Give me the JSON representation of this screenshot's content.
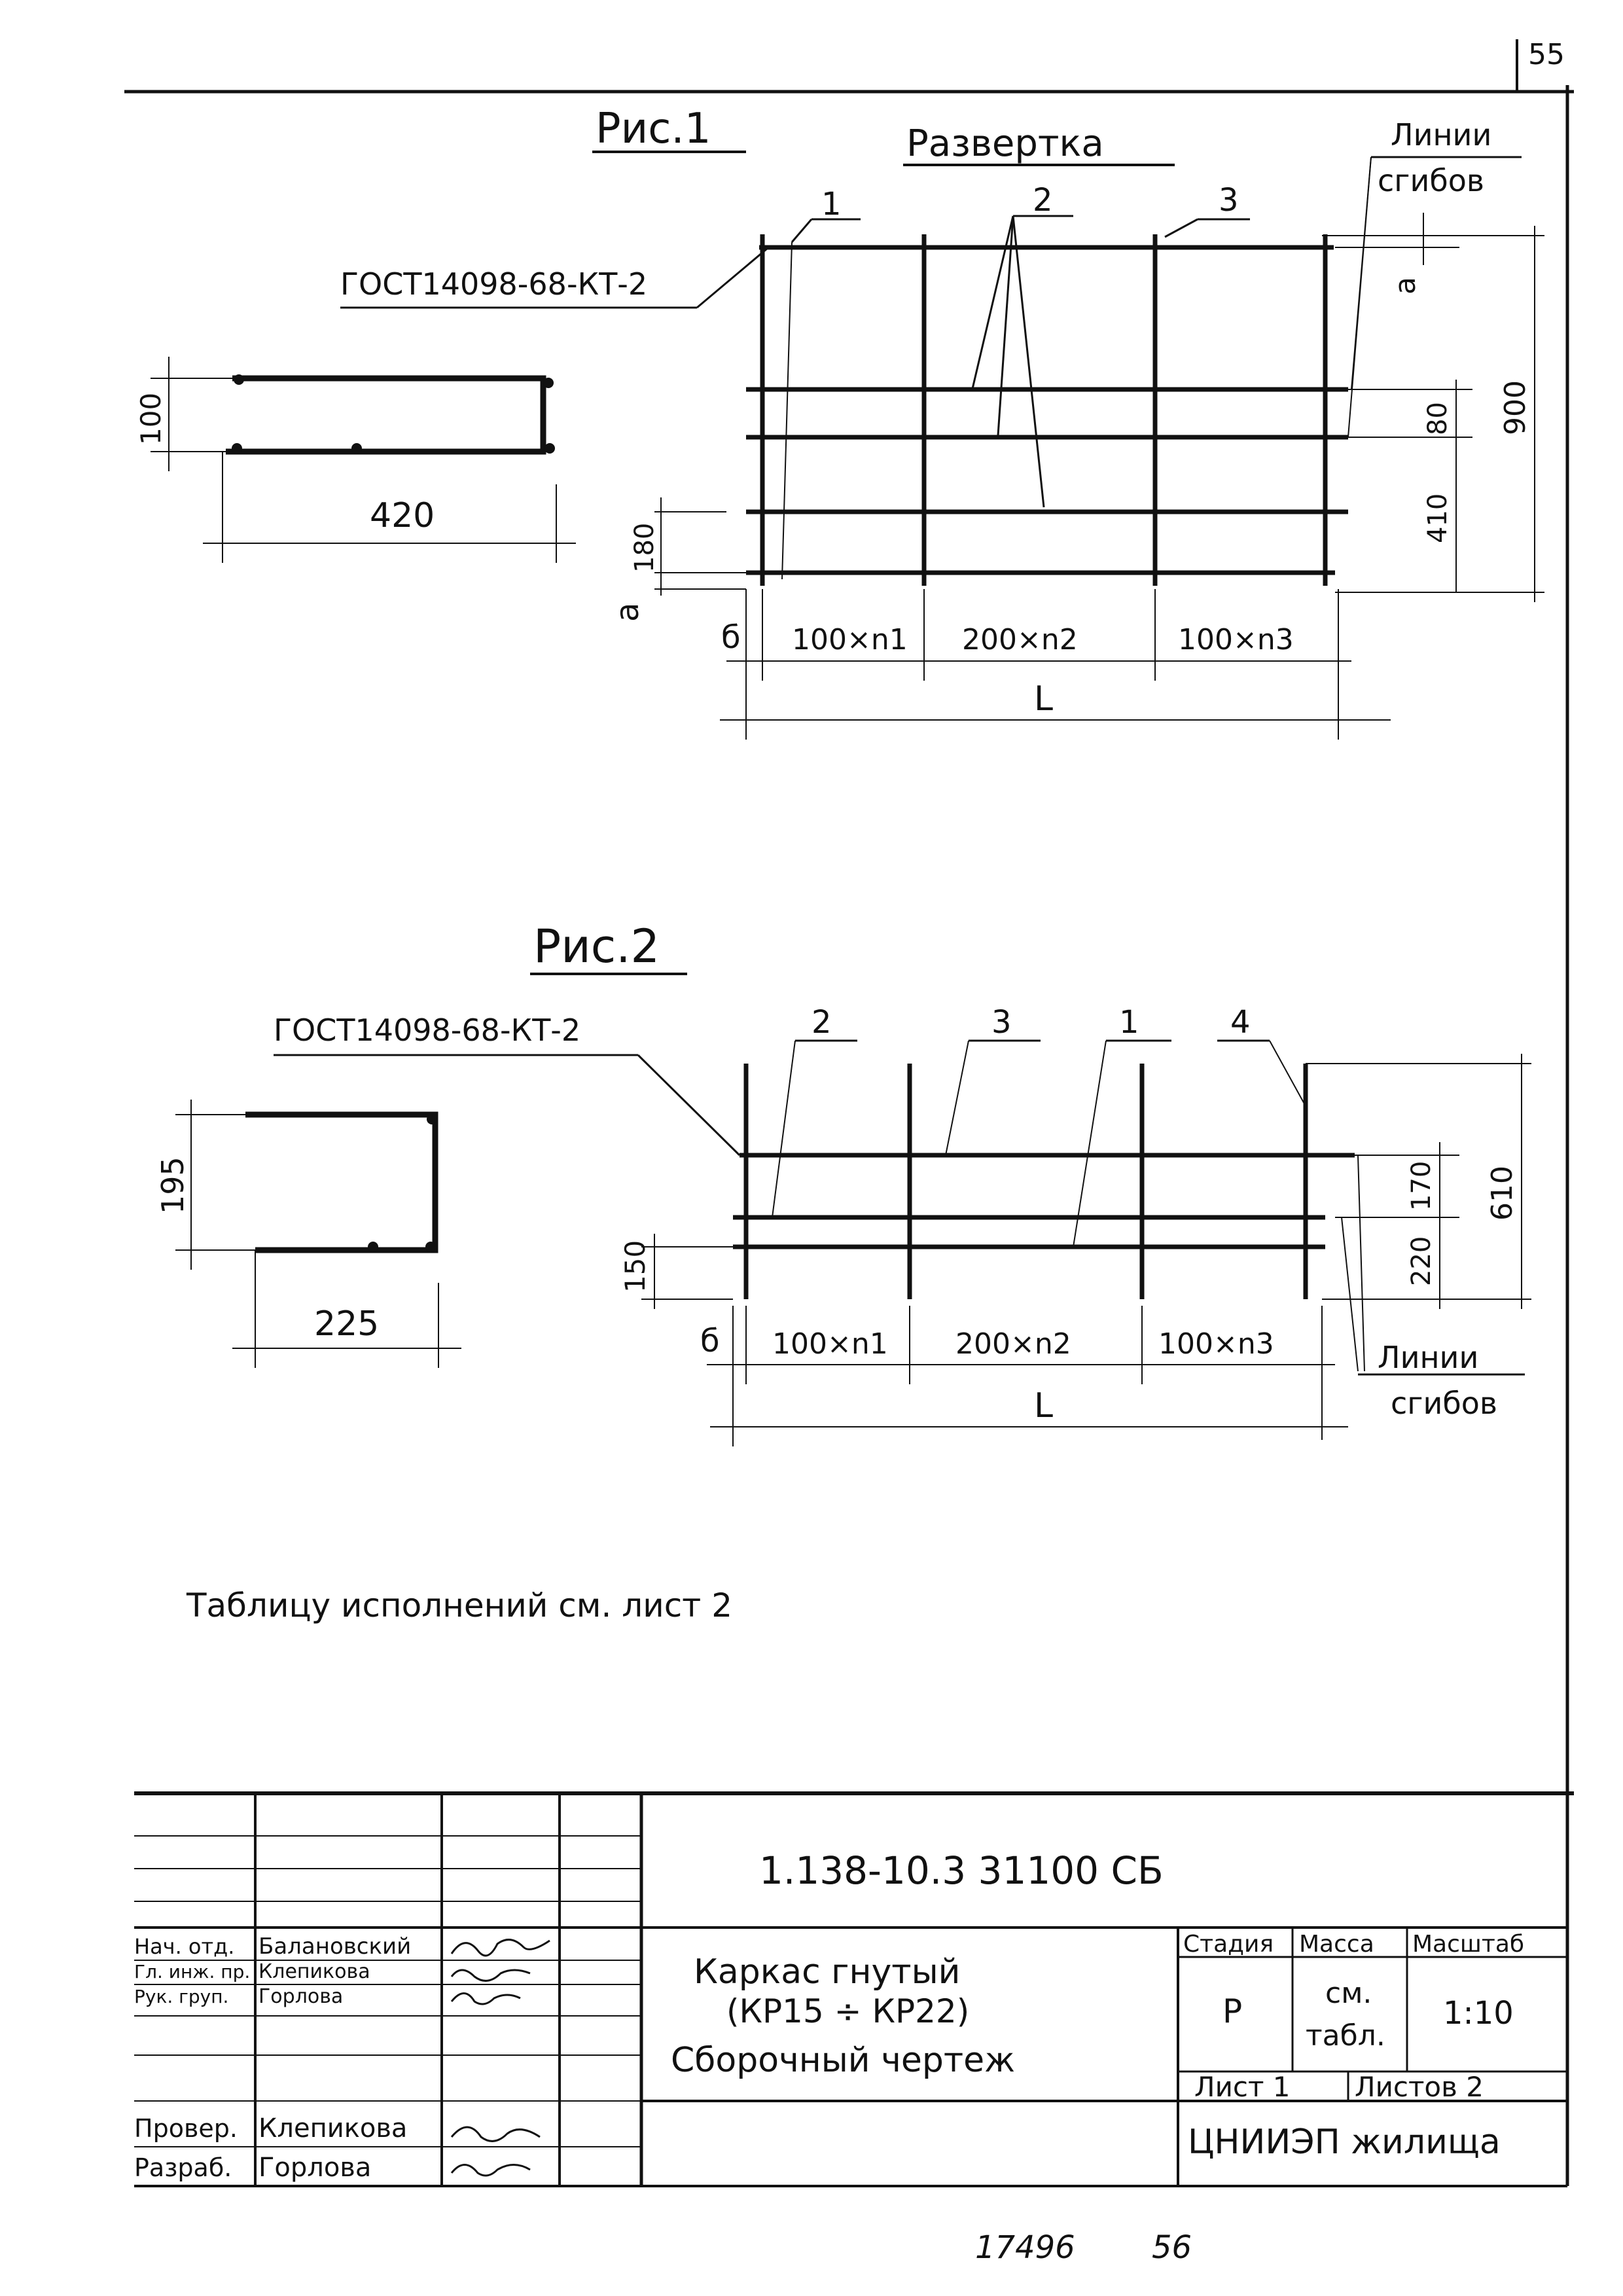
{
  "page_number": "55",
  "fig1": {
    "title": "Рис.1",
    "subtitle": "Развертка",
    "gost": "ГОСТ14098-68-КТ-2",
    "callouts": [
      "1",
      "2",
      "3"
    ],
    "fold_lines_1": "Линии",
    "fold_lines_2": "сгибов",
    "profile_height": "100",
    "profile_width": "420",
    "dim_a_top": "a",
    "dim_a_bottom": "a",
    "dim_180": "180",
    "dim_80": "80",
    "dim_410": "410",
    "dim_900": "900",
    "dim_b": "б",
    "seg1": "100×n1",
    "seg2": "200×n2",
    "seg3": "100×n3",
    "length": "L"
  },
  "fig2": {
    "title": "Рис.2",
    "gost": "ГОСТ14098-68-КТ-2",
    "callouts": [
      "2",
      "3",
      "1",
      "4"
    ],
    "profile_height": "195",
    "profile_width": "225",
    "dim_150": "150",
    "dim_170": "170",
    "dim_220": "220",
    "dim_610": "610",
    "dim_b": "б",
    "seg1": "100×n1",
    "seg2": "200×n2",
    "seg3": "100×n3",
    "length": "L",
    "fold_lines_1": "Линии",
    "fold_lines_2": "сгибов"
  },
  "note": "Таблицу исполнений см. лист 2",
  "title_block": {
    "doc_code": "1.138-10.3 31100 СБ",
    "name_1": "Каркас гнутый",
    "name_2": "(КР15 ÷ КР22)",
    "name_3": "Сборочный чертеж",
    "stage_header": "Стадия",
    "mass_header": "Масса",
    "scale_header": "Масштаб",
    "stage_value": "Р",
    "mass_value_1": "см.",
    "mass_value_2": "табл.",
    "scale_value": "1:10",
    "sheet": "Лист 1",
    "sheets": "Листов 2",
    "organization": "ЦНИИЭП жилища",
    "signatures": [
      {
        "role": "Нач. отд.",
        "name": "Балановский"
      },
      {
        "role": "Гл. инж. пр.",
        "name": "Клепикова"
      },
      {
        "role": "Рук. груп.",
        "name": "Горлова"
      },
      {
        "role": "Провер.",
        "name": "Клепикова"
      },
      {
        "role": "Разраб.",
        "name": "Горлова"
      }
    ]
  },
  "footer_left": "17496",
  "footer_right": "56"
}
